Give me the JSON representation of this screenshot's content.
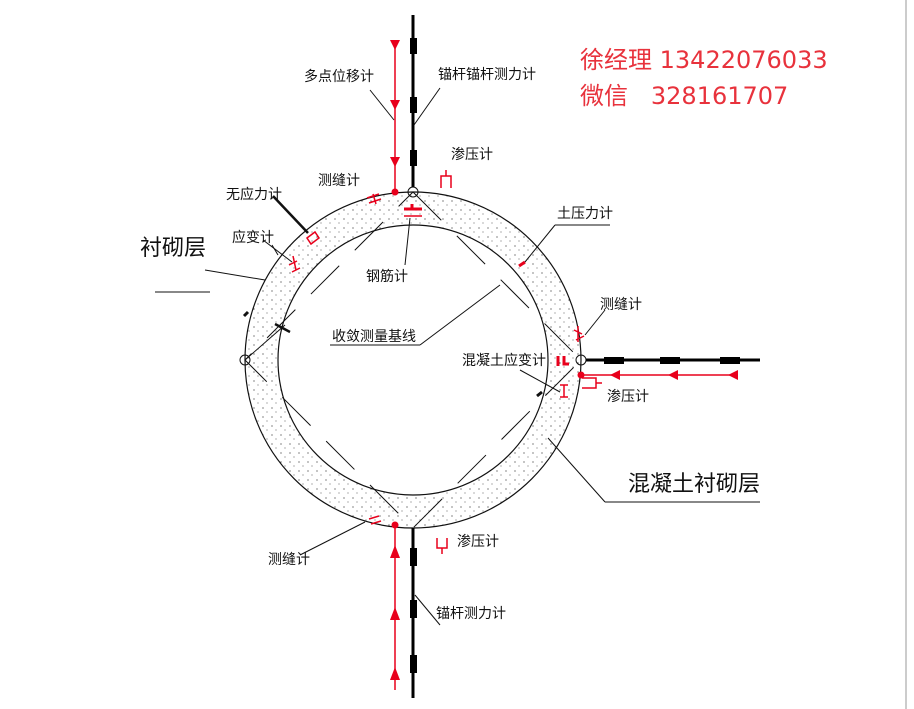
{
  "contact": {
    "name": "徐经理",
    "phone": "13422076033",
    "wechat_label": "微信",
    "wechat": "328161707"
  },
  "labels": {
    "multi_point_displacement": "多点位移计",
    "anchor_force_top": "锚杆锚杆测力计",
    "seepage_top": "渗压计",
    "joint_meter_top": "测缝计",
    "no_stress_meter": "无应力计",
    "strain_meter": "应变计",
    "lining_layer": "衬砌层",
    "rebar_meter": "钢筋计",
    "earth_pressure": "土压力计",
    "joint_meter_right": "测缝计",
    "convergence_baseline": "收敛测量基线",
    "concrete_strain": "混凝土应变计",
    "seepage_right": "渗压计",
    "concrete_lining": "混凝土衬砌层",
    "joint_meter_bottom": "测缝计",
    "seepage_bottom": "渗压计",
    "anchor_force_bottom": "锚杆测力计"
  },
  "colors": {
    "red": "#e8001c",
    "black": "#000000",
    "contact": "#e8323c"
  }
}
